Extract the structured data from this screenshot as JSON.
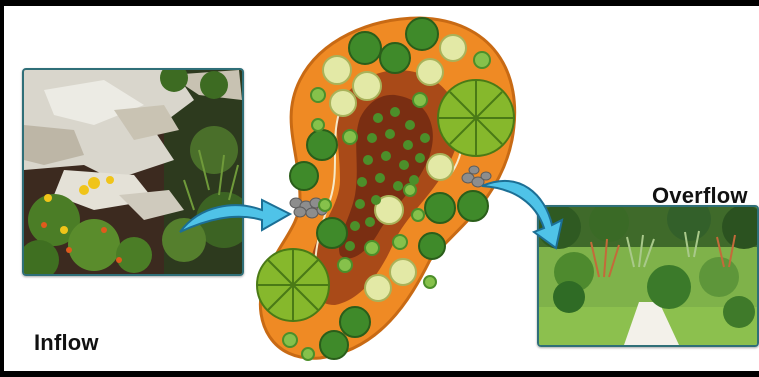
{
  "labels": {
    "inflow": "Inflow",
    "overflow": "Overflow"
  },
  "colors": {
    "border": "#000000",
    "photo_border": "#2f6f78",
    "arrow_fill": "#4fc3e8",
    "arrow_stroke": "#1c6f95",
    "basin_outer": "#ef8a24",
    "basin_inner": "#a94a18",
    "basin_core": "#7a2e12",
    "shrub_green": "#3f8a2a",
    "shrub_light": "#e3e9a6",
    "perennial_green": "#6aaa2c",
    "spiky_green": "#4c8f2a"
  },
  "icons": {
    "inflow_arrow": "curved-arrow-right",
    "overflow_arrow": "curved-arrow-down-right"
  }
}
